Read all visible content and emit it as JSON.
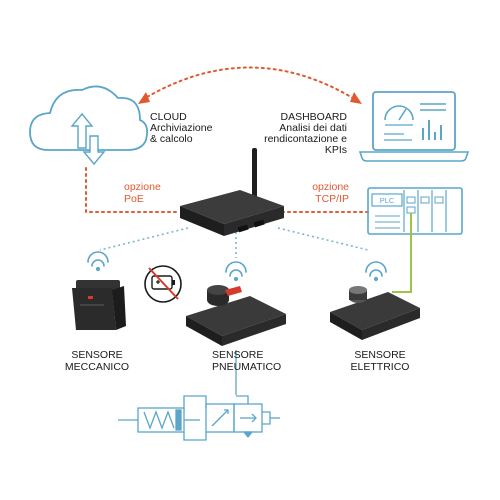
{
  "colors": {
    "orange": "#e0592f",
    "blue": "#5aa6c9",
    "teal_dots": "#7ab7c9",
    "green": "#9cc44b",
    "device_dark": "#2a2a2a",
    "red_accent": "#d63a2a"
  },
  "cloud": {
    "line1": "CLOUD",
    "line2": "Archiviazione",
    "line3": "& calcolo"
  },
  "dashboard": {
    "line1": "DASHBOARD",
    "line2": "Analisi dei dati",
    "line3": "rendicontazione e",
    "line4": "KPIs"
  },
  "option_poe": {
    "line1": "opzione",
    "line2": "PoE"
  },
  "option_tcp": {
    "line1": "opzione",
    "line2": "TCP/IP"
  },
  "plc": {
    "label": "PLC"
  },
  "sensors": {
    "mechanical": {
      "line1": "SENSORE",
      "line2": "MECCANICO"
    },
    "pneumatic": {
      "line1": "SENSORE",
      "line2": "PNEUMATICO"
    },
    "electric": {
      "line1": "SENSORE",
      "line2": "ELETTRICO"
    }
  },
  "icons": {
    "cloud": "cloud-upload-download-icon",
    "dashboard": "laptop-dashboard-icon",
    "gateway": "wireless-gateway-icon",
    "plc": "plc-rack-icon",
    "battery": "no-battery-icon",
    "wifi": "wireless-signal-icon",
    "pneumatic_schematic": "pneumatic-cylinder-valve-icon"
  }
}
